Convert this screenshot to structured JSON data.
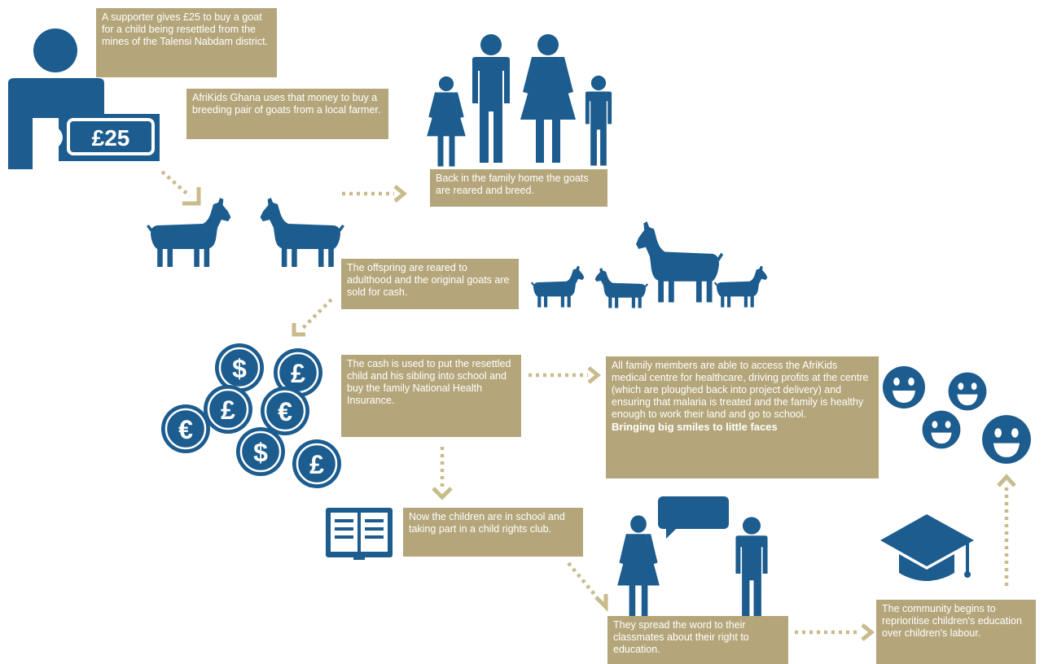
{
  "steps": {
    "s1": "A supporter gives £25 to buy a goat for a child being resettled from the mines of the Talensi Nabdam district.",
    "s2": "AfriKids Ghana uses that money to buy a breeding pair of goats from a local farmer.",
    "s3": "Back in the family home the goats are reared and breed.",
    "s4": "The offspring are reared to adulthood and the original goats are sold for cash.",
    "s5": "The cash is used to put the resettled child and his sibling into school and buy the family National Health Insurance.",
    "s6": "All family members are able to access the AfriKids medical centre for healthcare, driving profits at the centre (which are ploughed back into project delivery) and ensuring that malaria is treated and the family is healthy enough to work their land and go to school.",
    "s6_emphasis": "Bringing big smiles to little faces",
    "s7": "Now the children are in school and taking part in a child rights club.",
    "s8": "They spread the word to their classmates about their right to education.",
    "s9": "The community begins to reprioritise children's education over children's labour."
  },
  "ticket_amount": "£25",
  "coin_symbols": [
    "$",
    "£",
    "£",
    "€",
    "€",
    "$",
    "£"
  ],
  "colors": {
    "icon_blue": "#1c5c8e",
    "box_gold": "#b4a67a",
    "arrow_gold": "#c9bb8c",
    "white": "#ffffff"
  },
  "icons": [
    "supporter-icon",
    "goat-icon",
    "family-icon",
    "coin-icon",
    "book-icon",
    "speech-bubble-icon",
    "graduation-cap-icon",
    "smiley-icon"
  ]
}
